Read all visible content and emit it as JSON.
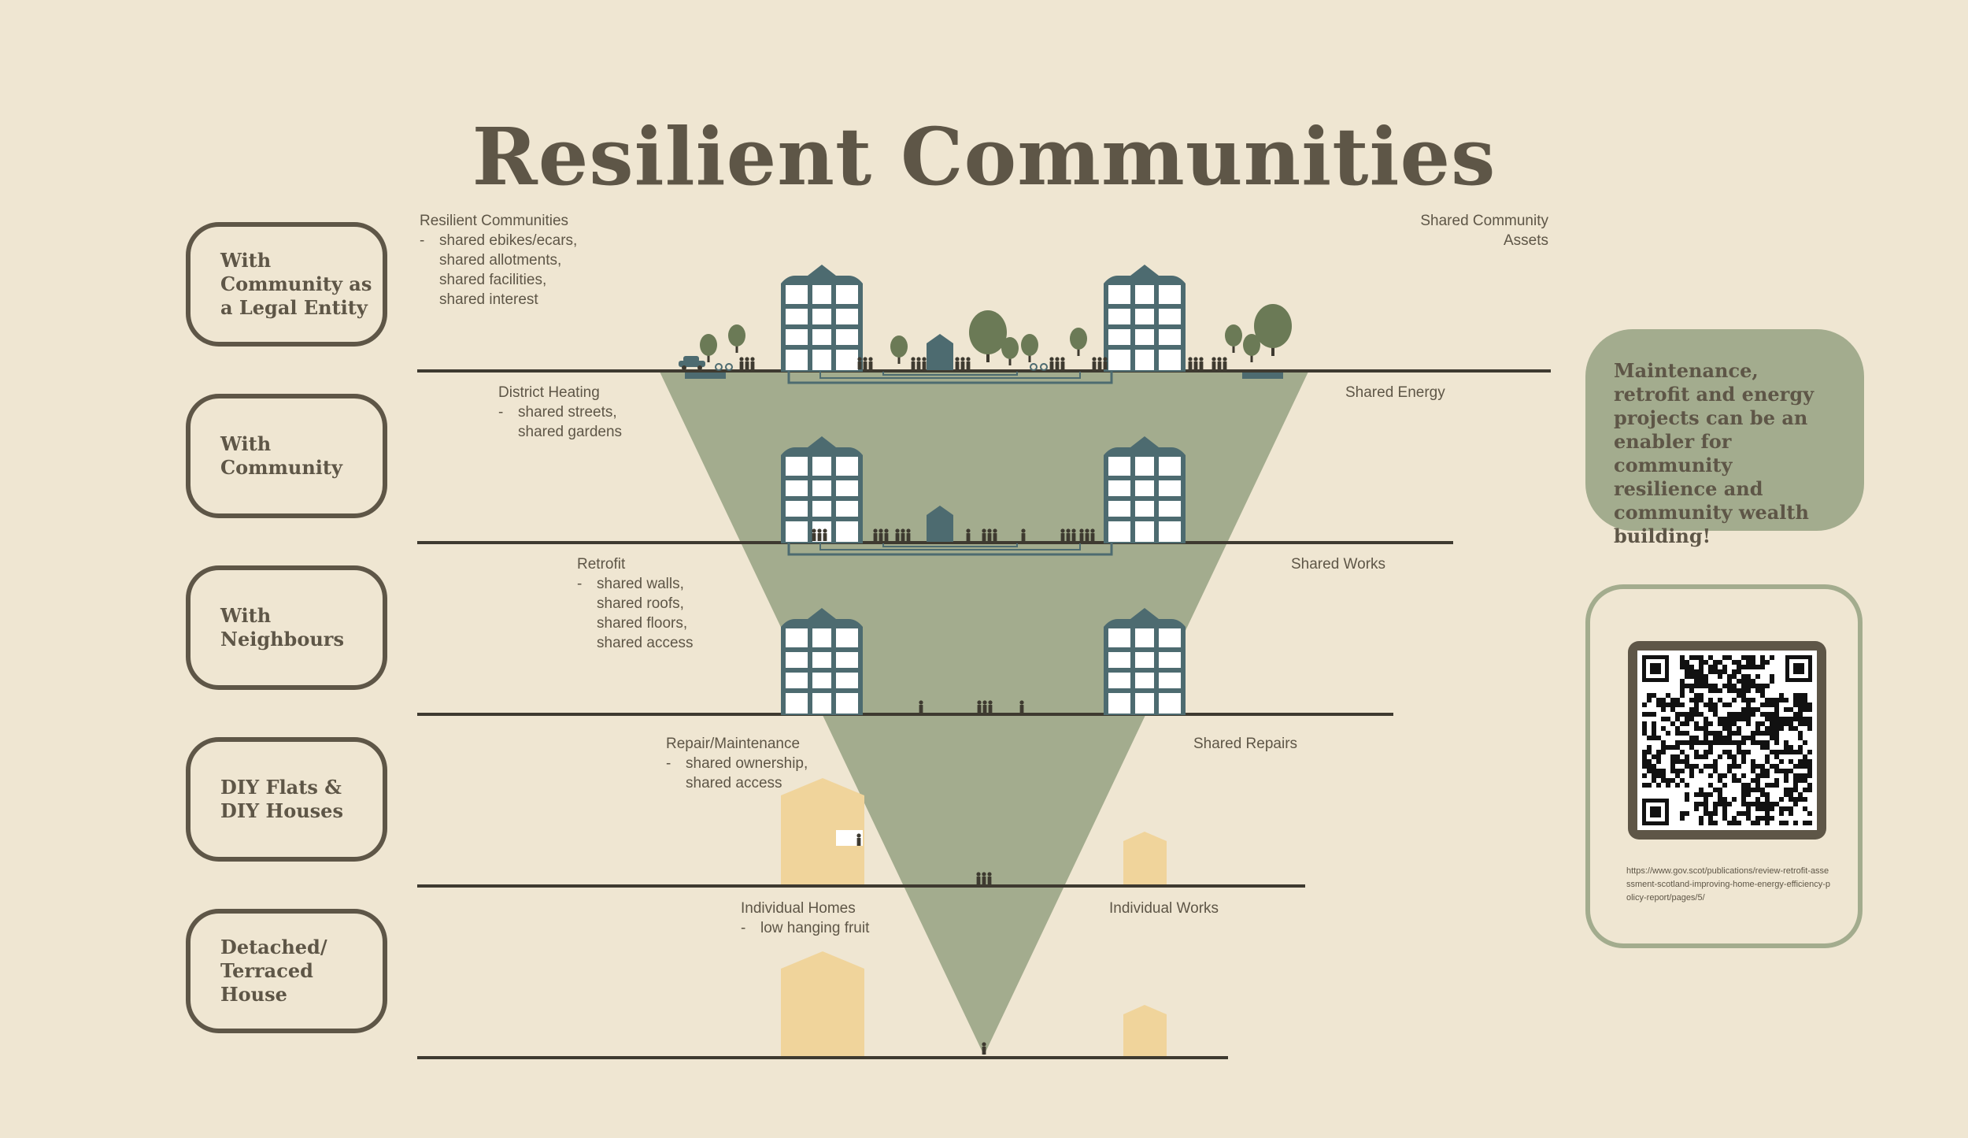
{
  "title": "Resilient Communities",
  "levels": [
    "With\nCommunity as\na Legal Entity",
    "With\nCommunity",
    "With\nNeighbours",
    "DIY Flats &\nDIY Houses",
    "Detached/\nTerraced\nHouse"
  ],
  "left_annotations": [
    {
      "heading": "Resilient Communities",
      "items": [
        "shared ebikes/ecars,",
        "shared allotments,",
        "shared facilities,",
        "shared interest"
      ]
    },
    {
      "heading": "District Heating",
      "items": [
        "shared streets,",
        "shared gardens"
      ]
    },
    {
      "heading": "Retrofit",
      "items": [
        "shared walls,",
        "shared roofs,",
        "shared floors,",
        "shared access"
      ]
    },
    {
      "heading": "Repair/Maintenance",
      "items": [
        "shared ownership,",
        "shared access"
      ]
    },
    {
      "heading": "Individual Homes",
      "items": [
        "low hanging fruit"
      ]
    }
  ],
  "right_annotations": [
    "Shared Community\nAssets",
    "Shared Energy",
    "Shared Works",
    "Shared Repairs",
    "Individual Works"
  ],
  "callout": "Maintenance, retrofit and energy projects can be an enabler for community resilience and community wealth building!",
  "qr_url": "https://www.gov.scot/publications/review-retrofit-assessment-scotland-improving-home-energy-efficiency-policy-report/pages/5/",
  "colors": {
    "background": "#efe6d2",
    "text": "#5e5647",
    "funnel": "#a3ac8e",
    "building": "#4d6b70",
    "tree": "#6b7a56",
    "house": "#f0d49b"
  },
  "icons": [
    "building-icon",
    "tree-icon",
    "house-icon",
    "person-icon",
    "car-icon",
    "bike-icon",
    "qr-code-icon"
  ]
}
